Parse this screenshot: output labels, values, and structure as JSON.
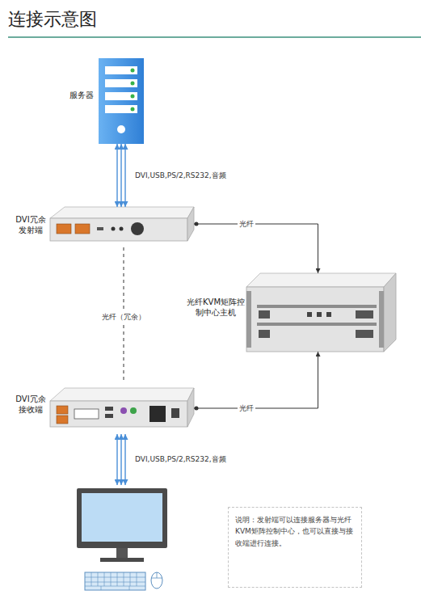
{
  "diagram": {
    "title": "连接示意图",
    "nodes": [
      {
        "text": [
          "服务器"
        ]
      },
      {
        "text": [
          "DVI冗余发射端"
        ]
      },
      {
        "text": [
          "光纤KVM矩阵控制中心主机"
        ]
      },
      {
        "text": [
          "DVI冗余接收端"
        ]
      },
      {
        "text": [
          "说明：发射端可以连接服务器与光纤KVM矩阵控制中心，也可以直接与接收端进行连接。"
        ]
      }
    ],
    "edges": [
      {
        "from": 0,
        "to": 1,
        "label": "DVI,USB,PS/2,RS232,音频",
        "arrow": "both"
      },
      {
        "from": 1,
        "to": 2,
        "label": "光纤",
        "arrow": "to"
      },
      {
        "from": 3,
        "to": 2,
        "label": "光纤",
        "arrow": "to"
      },
      {
        "from": 1,
        "to": 3,
        "label": "光纤（冗余）",
        "arrow": "none"
      }
    ],
    "labels": [
      "DVI,USB,PS/2,RS232,音频"
    ]
  }
}
